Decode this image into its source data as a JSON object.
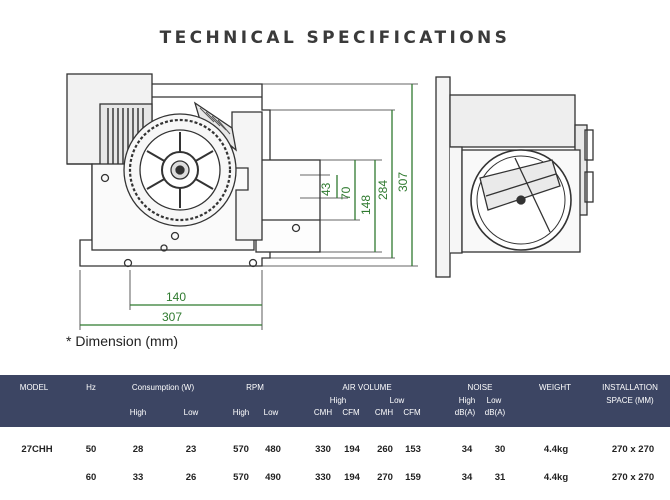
{
  "title": "TECHNICAL SPECIFICATIONS",
  "dimensions": {
    "width_140": "140",
    "width_307": "307",
    "height_43": "43",
    "height_70": "70",
    "height_148": "148",
    "height_284": "284",
    "height_307": "307"
  },
  "dimension_note": "* Dimension (mm)",
  "colors": {
    "header_bg": "#3c4563",
    "dimension_green": "#2f7a2f"
  },
  "table": {
    "headers": {
      "model": "MODEL",
      "hz": "Hz",
      "consumption": "Consumption (W)",
      "rpm": "RPM",
      "air_volume": "AIR VOLUME",
      "noise": "NOISE",
      "weight": "WEIGHT",
      "installation_1": "INSTALLATION",
      "installation_2": "SPACE (MM)"
    },
    "subheaders": {
      "cons_high": "High",
      "cons_low": "Low",
      "rpm_high": "High",
      "rpm_low": "Low",
      "air_high": "High",
      "air_low": "Low",
      "cmh1": "CMH",
      "cfm1": "CFM",
      "cmh2": "CMH",
      "cfm2": "CFM",
      "noise_high": "High",
      "noise_low": "Low",
      "dba1": "dB(A)",
      "dba2": "dB(A)"
    },
    "rows": [
      {
        "model": "27CHH",
        "hz": "50",
        "cons_high": "28",
        "cons_low": "23",
        "rpm_high": "570",
        "rpm_low": "480",
        "cmh_high": "330",
        "cfm_high": "194",
        "cmh_low": "260",
        "cfm_low": "153",
        "noise_high": "34",
        "noise_low": "30",
        "weight": "4.4kg",
        "space": "270 x 270"
      },
      {
        "model": "",
        "hz": "60",
        "cons_high": "33",
        "cons_low": "26",
        "rpm_high": "570",
        "rpm_low": "490",
        "cmh_high": "330",
        "cfm_high": "194",
        "cmh_low": "270",
        "cfm_low": "159",
        "noise_high": "34",
        "noise_low": "31",
        "weight": "4.4kg",
        "space": "270 x 270"
      }
    ]
  }
}
